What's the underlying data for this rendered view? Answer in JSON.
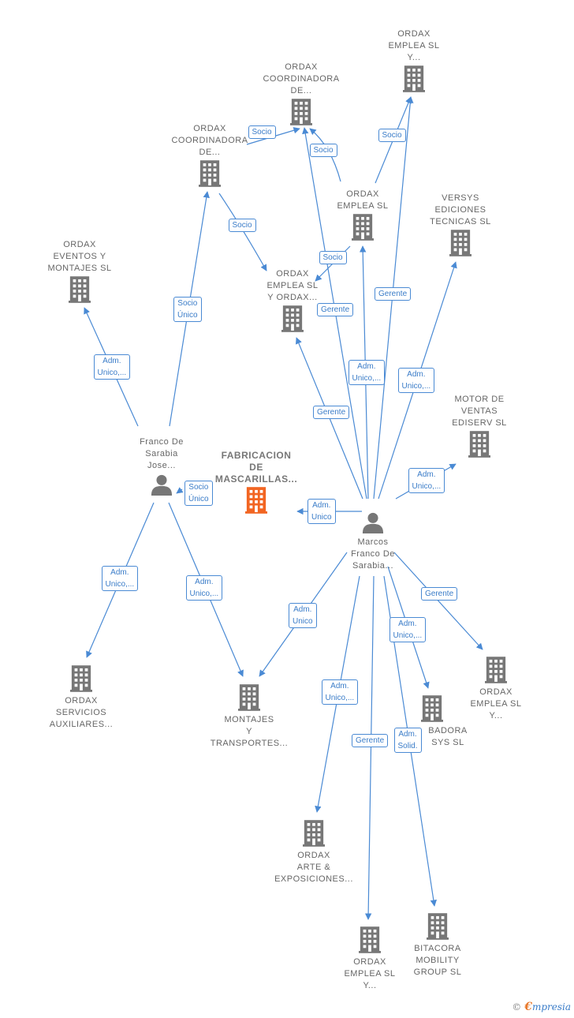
{
  "colors": {
    "link": "#4a8ad4",
    "company": "#777777",
    "main_company": "#f26522",
    "person": "#777777"
  },
  "nodes": [
    {
      "id": "ordax-emplea-top",
      "kind": "company",
      "lines": [
        "ORDAX",
        "EMPLEA SL",
        "Y..."
      ]
    },
    {
      "id": "ordax-coord-1",
      "kind": "company",
      "lines": [
        "ORDAX",
        "COORDINADORA",
        "DE..."
      ]
    },
    {
      "id": "ordax-coord-2",
      "kind": "company",
      "lines": [
        "ORDAX",
        "COORDINADORA",
        "DE..."
      ]
    },
    {
      "id": "ordax-emplea-mid",
      "kind": "company",
      "lines": [
        "ORDAX",
        "EMPLEA SL"
      ]
    },
    {
      "id": "versys",
      "kind": "company",
      "lines": [
        "VERSYS",
        "EDICIONES",
        "TECNICAS SL"
      ]
    },
    {
      "id": "ordax-eventos",
      "kind": "company",
      "lines": [
        "ORDAX",
        "EVENTOS Y",
        "MONTAJES SL"
      ]
    },
    {
      "id": "ordax-emplea-y-ordax",
      "kind": "company",
      "lines": [
        "ORDAX",
        "EMPLEA SL",
        "Y ORDAX..."
      ]
    },
    {
      "id": "motor-ventas",
      "kind": "company",
      "lines": [
        "MOTOR DE",
        "VENTAS",
        "EDISERV SL"
      ]
    },
    {
      "id": "franco",
      "kind": "person",
      "lines": [
        "Franco De",
        "Sarabia",
        "Jose..."
      ]
    },
    {
      "id": "fabricacion",
      "kind": "main",
      "lines": [
        "FABRICACION",
        "DE",
        "MASCARILLAS..."
      ]
    },
    {
      "id": "marcos",
      "kind": "person",
      "lines": [
        "Marcos",
        "Franco De",
        "Sarabia..."
      ]
    },
    {
      "id": "ordax-emplea-right",
      "kind": "company",
      "lines": [
        "ORDAX",
        "EMPLEA SL",
        "Y..."
      ]
    },
    {
      "id": "ordax-servicios",
      "kind": "company",
      "lines": [
        "ORDAX",
        "SERVICIOS",
        "AUXILIARES..."
      ]
    },
    {
      "id": "montajes",
      "kind": "company",
      "lines": [
        "MONTAJES",
        "Y",
        "TRANSPORTES..."
      ]
    },
    {
      "id": "bsadora",
      "kind": "company",
      "lines": [
        "BADORA",
        "SYS SL"
      ]
    },
    {
      "id": "ordax-arte",
      "kind": "company",
      "lines": [
        "ORDAX",
        "ARTE &",
        "EXPOSICIONES..."
      ]
    },
    {
      "id": "ordax-emplea-bottom",
      "kind": "company",
      "lines": [
        "ORDAX",
        "EMPLEA SL",
        "Y..."
      ]
    },
    {
      "id": "bitacora",
      "kind": "company",
      "lines": [
        "BITACORA",
        "MOBILITY",
        "GROUP SL"
      ]
    }
  ],
  "edges": [
    {
      "from": "franco",
      "to": "ordax-eventos",
      "label": [
        "Adm.",
        "Unico,..."
      ]
    },
    {
      "from": "franco",
      "to": "ordax-coord-2",
      "label": [
        "Socio",
        "Único"
      ]
    },
    {
      "from": "ordax-coord-2",
      "to": "ordax-emplea-y-ordax",
      "label": [
        "Socio"
      ]
    },
    {
      "from": "ordax-coord-2",
      "to": "ordax-coord-1",
      "label": [
        "Socio"
      ]
    },
    {
      "from": "ordax-emplea-mid",
      "to": "ordax-coord-1",
      "label": [
        "Socio"
      ]
    },
    {
      "from": "ordax-emplea-mid",
      "to": "ordax-emplea-top",
      "label": [
        "Socio"
      ]
    },
    {
      "from": "ordax-emplea-mid",
      "to": "ordax-emplea-y-ordax",
      "label": [
        "Socio"
      ]
    },
    {
      "from": "franco",
      "to": "fabricacion",
      "label": [
        "Socio",
        "Único"
      ]
    },
    {
      "from": "franco",
      "to": "ordax-servicios",
      "label": [
        "Adm.",
        "Unico,..."
      ]
    },
    {
      "from": "franco",
      "to": "montajes",
      "label": [
        "Adm.",
        "Unico,..."
      ]
    },
    {
      "from": "marcos",
      "to": "ordax-coord-1",
      "label": [
        "Gerente"
      ]
    },
    {
      "from": "marcos",
      "to": "ordax-emplea-top",
      "label": [
        "Gerente"
      ]
    },
    {
      "from": "marcos",
      "to": "ordax-emplea-mid",
      "label": [
        "Adm.",
        "Unico,..."
      ]
    },
    {
      "from": "marcos",
      "to": "versys",
      "label": [
        "Adm.",
        "Unico,..."
      ]
    },
    {
      "from": "marcos",
      "to": "ordax-emplea-y-ordax",
      "label": [
        "Gerente"
      ]
    },
    {
      "from": "marcos",
      "to": "motor-ventas",
      "label": [
        "Adm.",
        "Unico,..."
      ]
    },
    {
      "from": "marcos",
      "to": "fabricacion",
      "label": [
        "Adm.",
        "Unico"
      ]
    },
    {
      "from": "marcos",
      "to": "montajes",
      "label": [
        "Adm.",
        "Unico"
      ]
    },
    {
      "from": "marcos",
      "to": "ordax-emplea-right",
      "label": [
        "Gerente"
      ]
    },
    {
      "from": "marcos",
      "to": "bsadora",
      "label": [
        "Adm.",
        "Unico,..."
      ]
    },
    {
      "from": "marcos",
      "to": "ordax-arte",
      "label": [
        "Adm.",
        "Unico,..."
      ]
    },
    {
      "from": "marcos",
      "to": "ordax-emplea-bottom",
      "label": [
        "Gerente"
      ]
    },
    {
      "from": "marcos",
      "to": "bitacora",
      "label": [
        "Adm.",
        "Solid."
      ]
    }
  ],
  "copyright": {
    "symbol": "©",
    "brand_initial": "€",
    "brand_rest": "mpresia"
  }
}
